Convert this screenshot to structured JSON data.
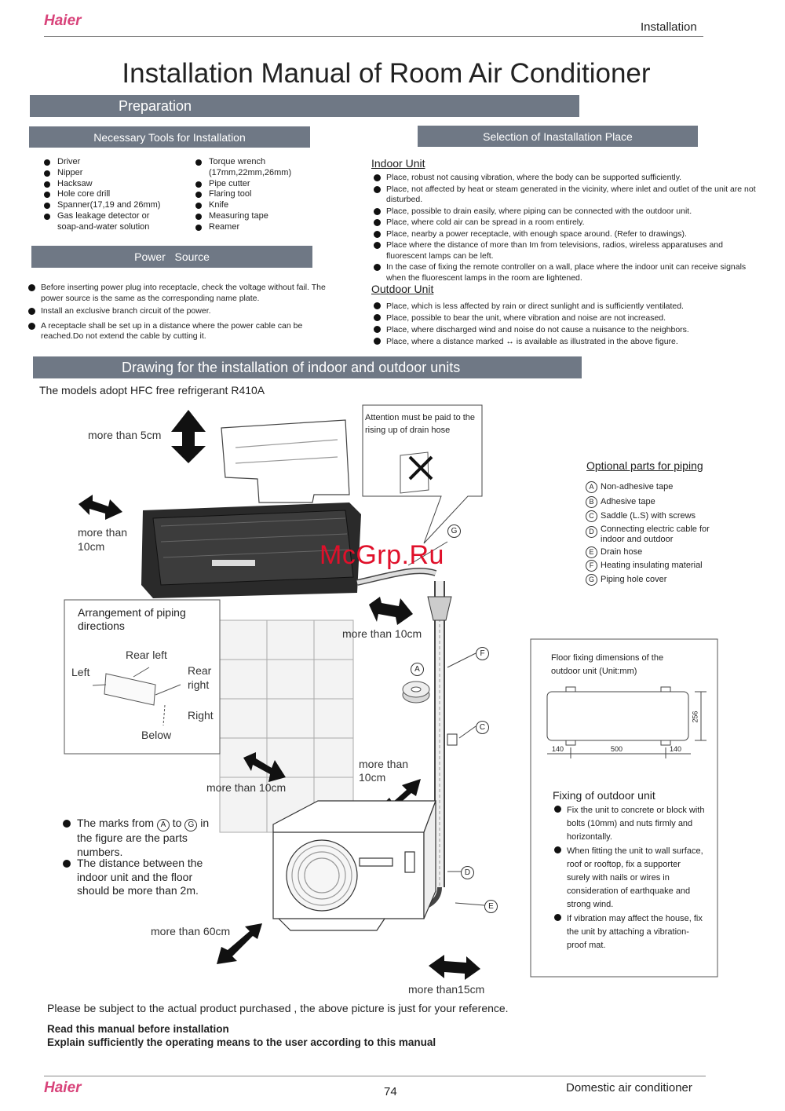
{
  "header": {
    "brand": "Haier",
    "section": "Installation"
  },
  "title": "Installation Manual of Room Air Conditioner",
  "preparation_bar": "Preparation",
  "tools": {
    "heading": "Necessary Tools for Installation",
    "left": [
      "Driver",
      "Nipper",
      "Hacksaw",
      "Hole core drill",
      "Spanner(17,19 and 26mm)",
      "Gas leakage detector or soap-and-water solution"
    ],
    "right": [
      "Torque wrench (17mm,22mm,26mm)",
      "Pipe cutter",
      "Flaring tool",
      "Knife",
      "Measuring tape",
      "Reamer"
    ]
  },
  "power": {
    "heading": "Power   Source",
    "items": [
      "Before inserting power plug into receptacle, check the voltage without fail. The power source is the same as the corresponding name plate.",
      "Install an exclusive branch circuit of the power.",
      "A receptacle shall be set up in a distance where the power cable can be reached.Do not extend the cable by cutting it."
    ]
  },
  "selection": {
    "heading": "Selection of Inastallation Place",
    "indoor_title": "Indoor Unit",
    "indoor": [
      "Place, robust not causing vibration, where the body can be supported sufficiently.",
      "Place, not affected by heat or steam generated in the vicinity, where inlet and outlet of the unit are not disturbed.",
      "Place, possible to drain easily, where piping can be connected with the outdoor unit.",
      "Place, where cold air can be spread in a room entirely.",
      "Place, nearby a power receptacle, with enough space around. (Refer to drawings).",
      "Place where the distance of more than Im from televisions, radios, wireless apparatuses and fluorescent lamps can be left.",
      "In the case of fixing the remote controller on a wall, place where the indoor unit can receive signals when the fluorescent lamps in the room are lightened."
    ],
    "outdoor_title": "Outdoor Unit",
    "outdoor": [
      "Place, which is less affected by rain or direct sunlight and is sufficiently ventilated.",
      "Place, possible to bear the unit, where vibration and noise are not increased.",
      "Place, where discharged wind and noise do not cause a nuisance to the neighbors.",
      "Place, where a distance marked ↔ is available as illustrated in the above figure."
    ]
  },
  "drawing": {
    "heading": "Drawing for the installation of indoor and outdoor units",
    "subtitle": "The models adopt HFC free refrigerant R410A",
    "labels": {
      "top": "more than 5cm",
      "left_a": "more than",
      "left_b": "10cm",
      "right_indoor": "more than 10cm",
      "wall": "more than 10cm",
      "out_right_a": "more than",
      "out_right_b": "10cm",
      "front": "more than 60cm",
      "rear": "more than15cm"
    },
    "attention": "Attention must be paid to the rising up of drain hose",
    "arrangement": {
      "title": "Arrangement of piping directions",
      "rear_left": "Rear left",
      "left": "Left",
      "rear_right_a": "Rear",
      "rear_right_b": "right",
      "right": "Right",
      "below": "Below"
    },
    "optional_title": "Optional parts for piping",
    "optional": [
      {
        "mark": "A",
        "text": "Non-adhesive tape"
      },
      {
        "mark": "B",
        "text": "Adhesive tape"
      },
      {
        "mark": "C",
        "text": "Saddle (L.S) with screws"
      },
      {
        "mark": "D",
        "text": "Connecting electric cable for indoor and outdoor"
      },
      {
        "mark": "E",
        "text": "Drain hose"
      },
      {
        "mark": "F",
        "text": "Heating insulating material"
      },
      {
        "mark": "G",
        "text": "Piping hole cover"
      }
    ],
    "callout_marks": [
      "G",
      "F",
      "A",
      "C",
      "D",
      "E"
    ],
    "marks_note": [
      "The marks from",
      "to",
      "in the figure are the parts numbers."
    ],
    "marks_note_letters": [
      "A",
      "G"
    ],
    "distance_note": "The distance between the indoor unit and the floor should be more than 2m.",
    "floor": {
      "title": "Floor fixing dimensions of the outdoor unit (Unit:mm)",
      "dims": [
        "140",
        "500",
        "140",
        "256"
      ]
    },
    "fixing": {
      "title": "Fixing of outdoor unit",
      "items": [
        "Fix the unit to concrete or block with bolts (10mm) and nuts firmly and horizontally.",
        "When fitting the unit to wall surface, roof or rooftop, fix a supporter surely with nails or wires in consideration of earthquake and strong wind.",
        "If vibration may affect the house, fix the unit by attaching a vibration-proof mat."
      ]
    },
    "watermark": "McGrp.Ru"
  },
  "disclaimer": "Please be subject to the actual product purchased , the above picture is just for your reference.",
  "notes": [
    "Read this manual before installation",
    "Explain sufficiently the operating means to the user according to this manual"
  ],
  "footer": {
    "brand": "Haier",
    "page": "74",
    "right": "Domestic air conditioner"
  },
  "colors": {
    "brand": "#d8437a",
    "bar": "#6f7885",
    "watermark": "#e0102a"
  }
}
